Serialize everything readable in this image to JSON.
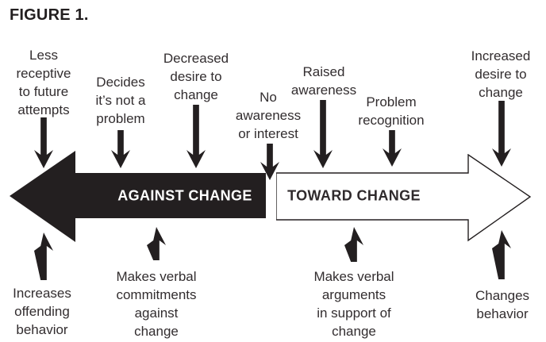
{
  "title": "FIGURE 1.",
  "colors": {
    "ink": "#231f20",
    "text": "#322d2f",
    "against_fill": "#231f20",
    "toward_fill": "#ffffff"
  },
  "main_arrows": {
    "against": {
      "label": "AGAINST CHANGE",
      "direction": "left"
    },
    "toward": {
      "label": "TOWARD CHANGE",
      "direction": "right"
    }
  },
  "top_factors": [
    {
      "label": "Less\nreceptive\nto future\nattempts"
    },
    {
      "label": "Decides\nit’s not a\nproblem"
    },
    {
      "label": "Decreased\ndesire to\nchange"
    },
    {
      "label": "No\nawareness\nor interest"
    },
    {
      "label": "Raised\nawareness"
    },
    {
      "label": "Problem\nrecognition"
    },
    {
      "label": "Increased\ndesire to\nchange"
    }
  ],
  "bottom_factors": [
    {
      "label": "Increases\noffending\nbehavior"
    },
    {
      "label": "Makes verbal\ncommitments\nagainst\nchange"
    },
    {
      "label": "Makes verbal\narguments\nin support of\nchange"
    },
    {
      "label": "Changes\nbehavior"
    }
  ]
}
